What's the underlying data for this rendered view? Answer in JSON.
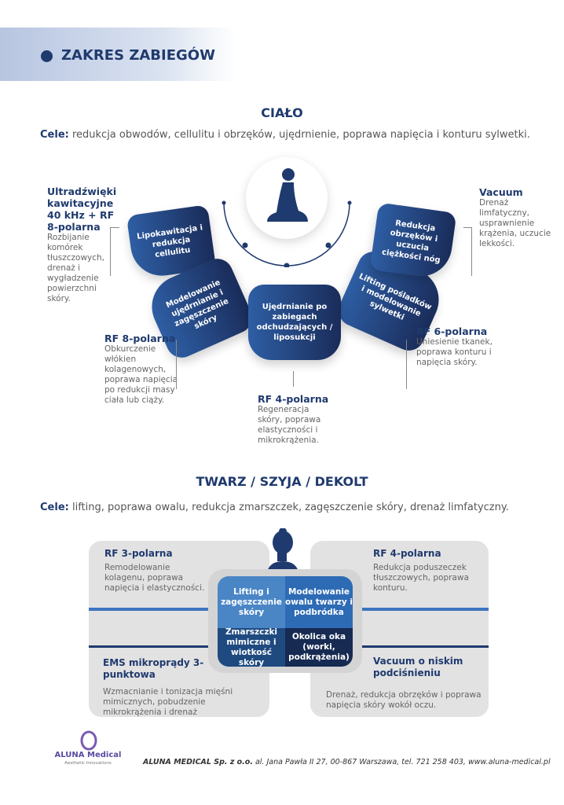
{
  "header": {
    "title": "ZAKRES ZABIEGÓW"
  },
  "body": {
    "title": "CIAŁO",
    "goal_label": "Cele:",
    "goal_text": " redukcja obwodów, cellulitu i obrzęków, ujędrnienie, poprawa napięcia i konturu sylwetki.",
    "petals": [
      "Lipokawitacja i redukcja cellulitu",
      "Modelowanie ujędrnianie i zagęszczenie skóry",
      "Ujędrnianie po zabiegach odchudzających / liposukcji",
      "Lifting pośladków i modelowanie sylwetki",
      "Redukcja obrzęków i uczucia ciężkości nóg"
    ],
    "treatments": [
      {
        "name": "Ultradźwięki kawitacyjne 40 kHz + RF 8-polarna",
        "desc": "Rozbijanie komórek tłuszczowych, drenaż i wygładzenie powierzchni skóry."
      },
      {
        "name": "RF 8-polarna",
        "desc": "Obkurczenie włókien kolagenowych, poprawa napięcia po redukcji masy ciała lub ciąży."
      },
      {
        "name": "RF 4-polarna",
        "desc": "Regeneracja skóry, poprawa elastyczności i mikrokrążenia."
      },
      {
        "name": "RF 6-polarna",
        "desc": "Uniesienie tkanek, poprawa konturu i napięcia skóry."
      },
      {
        "name": "Vacuum",
        "desc": "Drenaż limfatyczny, usprawnienie krążenia, uczucie lekkości."
      }
    ]
  },
  "face": {
    "title": "TWARZ / SZYJA / DEKOLT",
    "goal_label": "Cele:",
    "goal_text": "  lifting, poprawa owalu, redukcja zmarszczek, zagęszczenie skóry, drenaż limfatyczny.",
    "quadrants": [
      "Lifting i zagęszczenie skóry",
      "Modelowanie owalu twarzy i podbródka",
      "Zmarszczki mimiczne i wiotkość skóry",
      "Okolica oka (worki, podkrążenia)"
    ],
    "treatments": [
      {
        "name": "RF 3-polarna",
        "desc": "Remodelowanie kolagenu, poprawa napięcia i elastyczności."
      },
      {
        "name": "RF 4-polarna",
        "desc": "Redukcja poduszeczek tłuszczowych, poprawa konturu."
      },
      {
        "name": "EMS mikroprądy 3-punktowa",
        "desc": "Wzmacnianie i tonizacja mięśni mimicznych, pobudzenie mikrokrążenia i drenaż"
      },
      {
        "name": "Vacuum o niskim podciśnieniu",
        "desc": "Drenaż, redukcja obrzęków i poprawa napięcia skóry wokół oczu."
      }
    ]
  },
  "footer": {
    "logo_name": "ALUNA Medical",
    "logo_tagline": "Aesthetic Innovations",
    "company": "ALUNA MEDICAL Sp. z o.o.",
    "address": " al. Jana Pawła II 27, 00-867 Warszawa, tel. 721 258 403, www.aluna-medical.pl"
  },
  "colors": {
    "navy": "#1f3a6e",
    "q1": "#4a86c6",
    "q2": "#2e6bb5",
    "q3": "#1f4a80",
    "q4": "#162a52"
  }
}
